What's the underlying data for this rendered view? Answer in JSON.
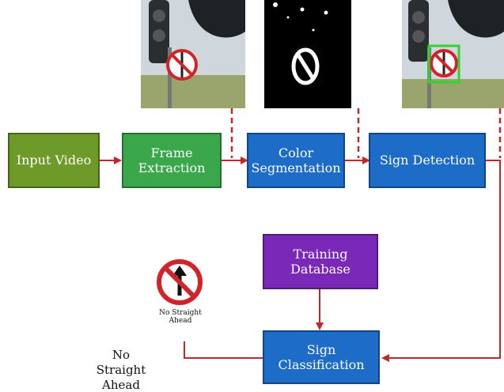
{
  "nodes": {
    "input_video": "Input Video",
    "frame_extraction": "Frame Extraction",
    "color_segmentation": "Color Segmentation",
    "sign_detection": "Sign Detection",
    "training_database": "Training Database",
    "sign_classification": "Sign Classification"
  },
  "sign_caption": "No Straight Ahead",
  "output_label": "No Straight Ahead",
  "colors": {
    "input_box": "#6e9a2a",
    "frame_box": "#3aa84a",
    "process_box": "#1d6cc8",
    "database_box": "#7a28b8",
    "connector": "#c0282a"
  }
}
